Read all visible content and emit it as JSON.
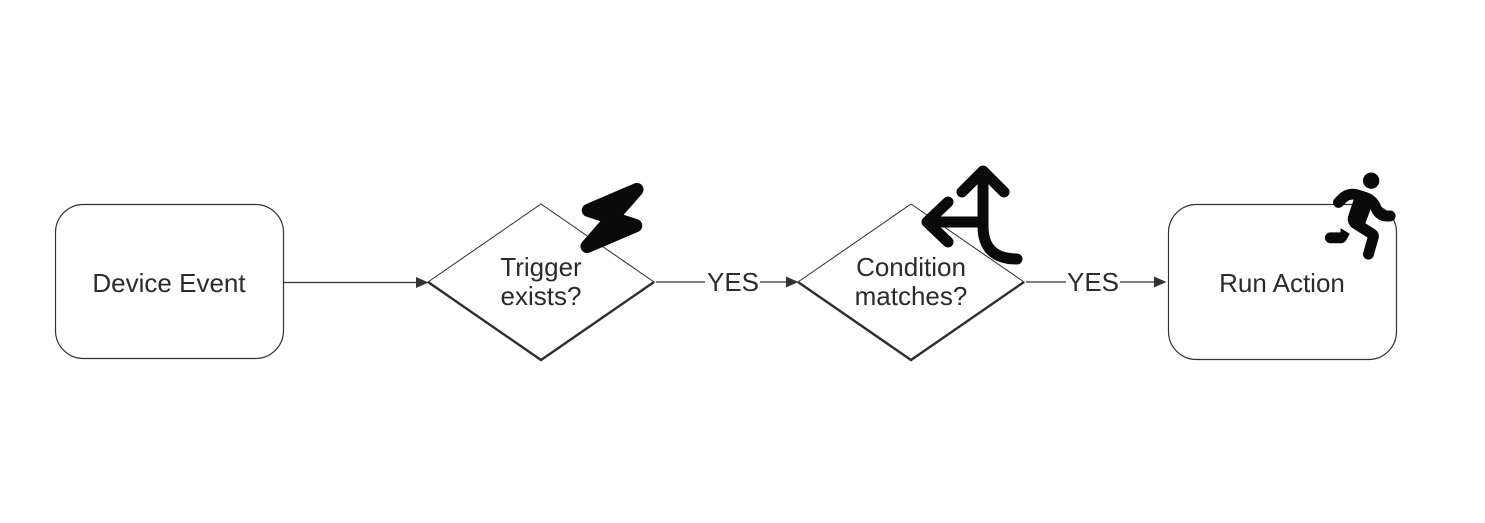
{
  "diagram": {
    "type": "flowchart",
    "orientation": "left-to-right",
    "background": "#ffffff",
    "colors": {
      "line": "#333333",
      "text": "#2b2b2b",
      "icon": "#0a0a0a",
      "node_fill": "#ffffff"
    },
    "nodes": {
      "device_event": {
        "shape": "rounded-rectangle",
        "label": "Device Event"
      },
      "trigger_exists": {
        "shape": "diamond",
        "label": "Trigger exists?",
        "line1": "Trigger",
        "line2": "exists?",
        "icon": "lightning-bolt-icon"
      },
      "condition_matches": {
        "shape": "diamond",
        "label": "Condition matches?",
        "line1": "Condition",
        "line2": "matches?",
        "icon": "directions-split-icon"
      },
      "run_action": {
        "shape": "rounded-rectangle",
        "label": "Run Action",
        "icon": "person-running-icon"
      }
    },
    "edges": {
      "event_to_trigger": {
        "from": "device_event",
        "to": "trigger_exists",
        "label": ""
      },
      "trigger_to_condition": {
        "from": "trigger_exists",
        "to": "condition_matches",
        "label": "YES"
      },
      "condition_to_action": {
        "from": "condition_matches",
        "to": "run_action",
        "label": "YES"
      }
    }
  }
}
